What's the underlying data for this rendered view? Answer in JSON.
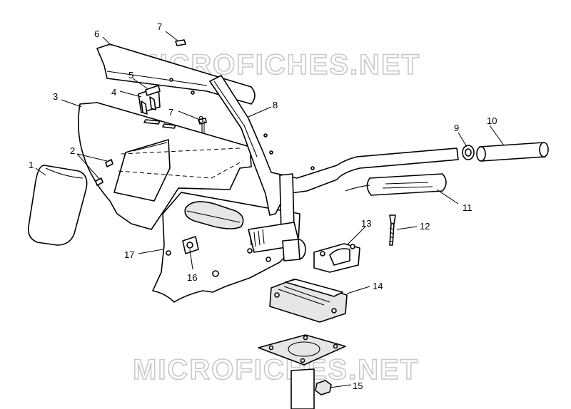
{
  "watermarks": [
    "MICROFICHES.NET",
    "MICROFICHES.NET"
  ],
  "callouts": [
    "1",
    "2",
    "3",
    "4",
    "5",
    "6",
    "7",
    "7",
    "8",
    "8",
    "9",
    "10",
    "11",
    "12",
    "13",
    "14",
    "15",
    "16",
    "17"
  ]
}
